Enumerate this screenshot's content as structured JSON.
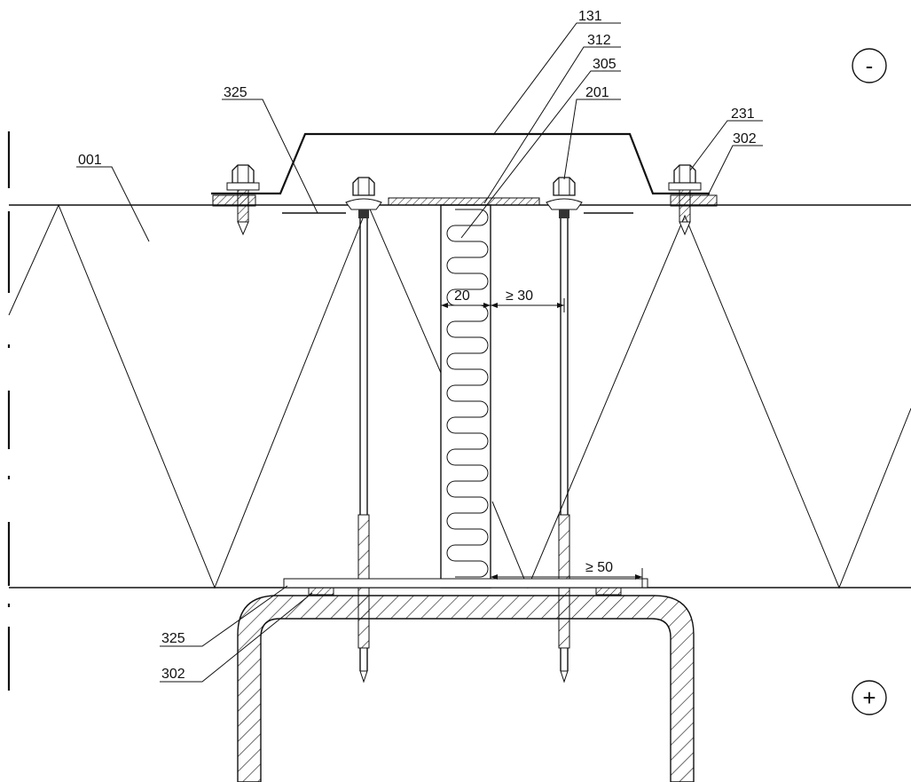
{
  "labels": {
    "l131": "131",
    "l312": "312",
    "l305": "305",
    "l201": "201",
    "l231": "231",
    "l302_top": "302",
    "l325_top": "325",
    "l001": "001",
    "l325_bottom": "325",
    "l302_bottom": "302"
  },
  "dimensions": {
    "d20": "20",
    "d30": "≥ 30",
    "d50": "≥ 50"
  },
  "symbols": {
    "minus": "-",
    "plus": "+"
  }
}
